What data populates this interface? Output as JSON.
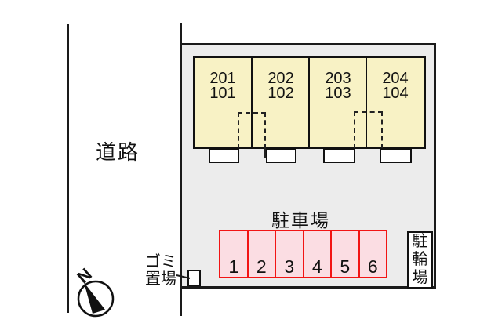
{
  "diagram": "apartment-site-plan",
  "colors": {
    "background": "#ffffff",
    "plot_fill": "#ececec",
    "unit_fill": "#f8f2c5",
    "parking_fill": "#fbdde3",
    "parking_border": "#f21414",
    "line": "#1a1a1a"
  },
  "road": {
    "label": "道路"
  },
  "building": {
    "units": [
      {
        "upper": "201",
        "lower": "101"
      },
      {
        "upper": "202",
        "lower": "102"
      },
      {
        "upper": "203",
        "lower": "103"
      },
      {
        "upper": "204",
        "lower": "104"
      }
    ]
  },
  "parking": {
    "label": "駐車場",
    "spaces": [
      "1",
      "2",
      "3",
      "4",
      "5",
      "6"
    ]
  },
  "bicycle_parking": {
    "label": "駐輪場",
    "chars": [
      "駐",
      "輪",
      "場"
    ]
  },
  "garbage": {
    "line1": "ゴミ",
    "line2": "置場"
  },
  "compass": {
    "north": "N"
  }
}
